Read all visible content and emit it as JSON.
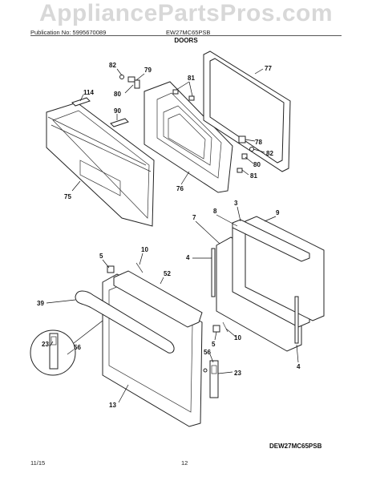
{
  "watermark": "AppliancePartsPros.com",
  "header": {
    "publication": "Publication No: 5995670089",
    "model": "EW27MC65PSB",
    "section": "DOORS"
  },
  "footer": {
    "date": "11/15",
    "page": "12"
  },
  "model_tag": "DEW27MC65PSB",
  "callouts": {
    "c82a": "82",
    "c79": "79",
    "c80a": "80",
    "c81a": "81",
    "c77": "77",
    "c114": "114",
    "c90": "90",
    "c75": "75",
    "c76": "76",
    "c78": "78",
    "c82b": "82",
    "c80b": "80",
    "c81b": "81",
    "c3": "3",
    "c7": "7",
    "c8": "8",
    "c9": "9",
    "c4a": "4",
    "c4b": "4",
    "c5a": "5",
    "c10a": "10",
    "c52": "52",
    "c39": "39",
    "c5b": "5",
    "c10b": "10",
    "c23a": "23",
    "c56a": "56",
    "c56b": "56",
    "c23b": "23",
    "c13": "13"
  }
}
